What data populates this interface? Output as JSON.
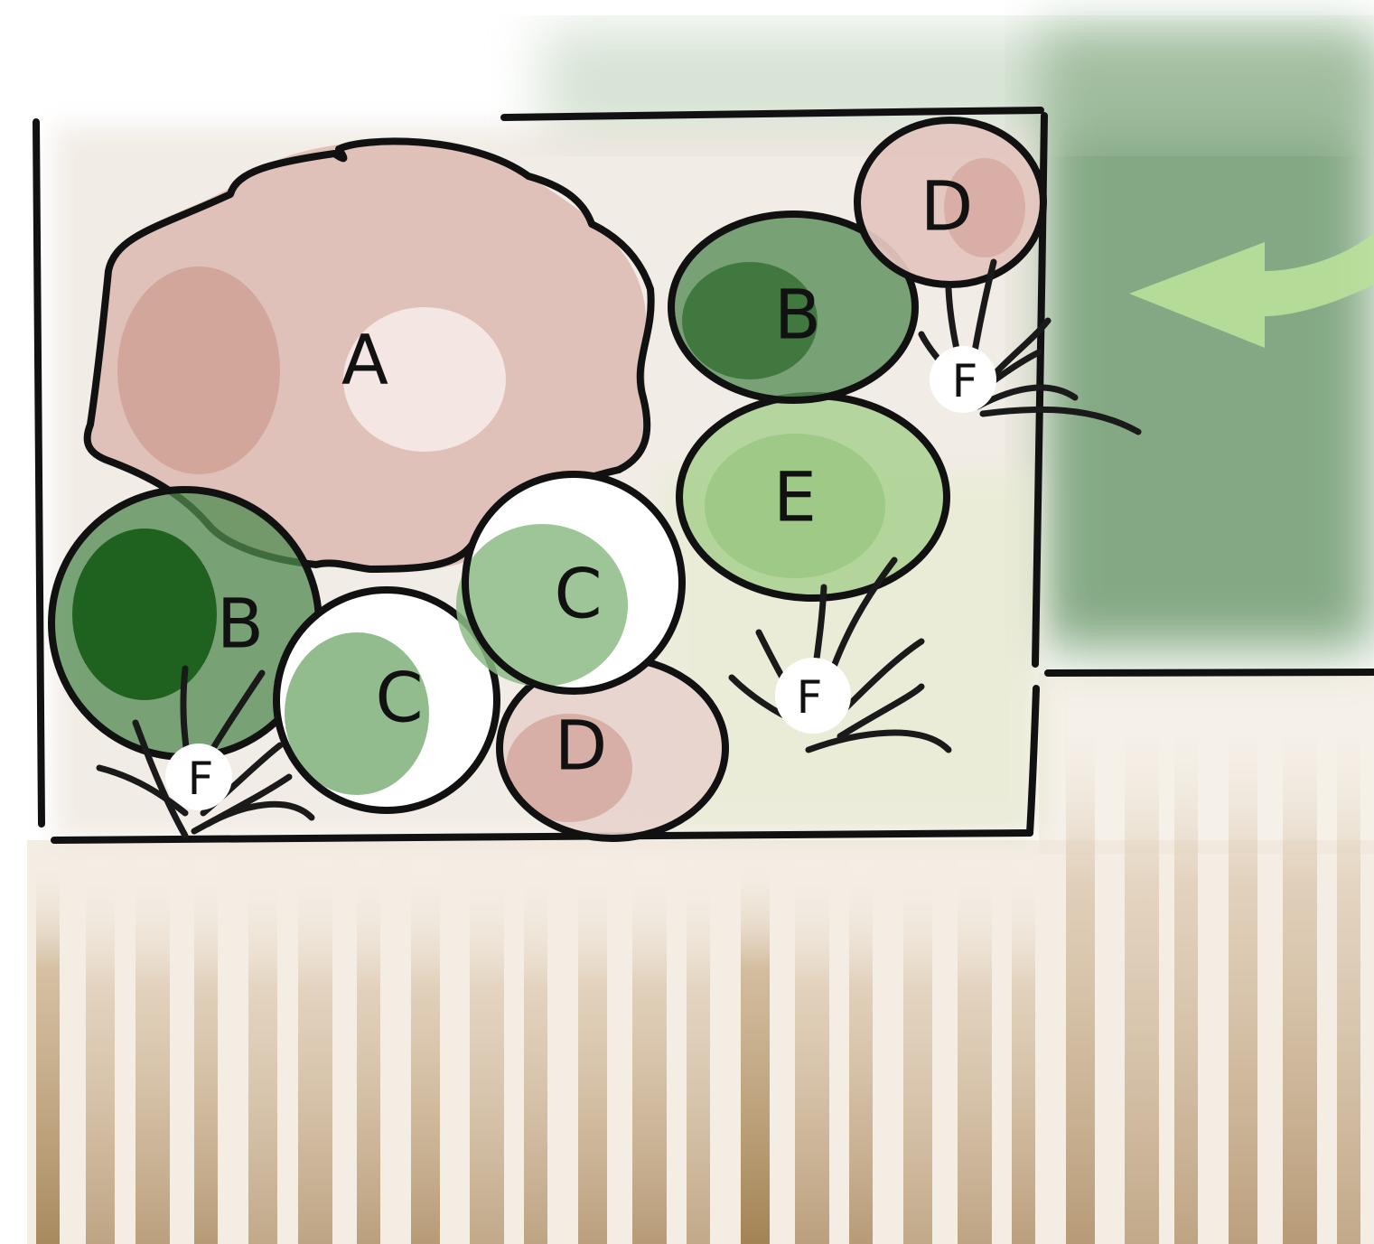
{
  "colors": {
    "lawn": "#6e9a6e",
    "deck_brown": "#a9885e",
    "perennial_pink": "#d9b3aa",
    "shrub_dark_green": "#2e6b2e",
    "shrub_mid_green": "#7fb07a",
    "shrub_light_green": "#a9d190",
    "arrow_green": "#b9e09a",
    "outline": "#111111"
  },
  "icons": {
    "arrow": "curved-arrow-icon",
    "grass_tuft": "grass-tuft-icon"
  },
  "plants": [
    {
      "id": "a",
      "label": "A",
      "color": "perennial_pink"
    },
    {
      "id": "b1",
      "label": "B",
      "color": "shrub_dark_green"
    },
    {
      "id": "b2",
      "label": "B",
      "color": "shrub_dark_green"
    },
    {
      "id": "c1",
      "label": "C",
      "color": "shrub_mid_green"
    },
    {
      "id": "c2",
      "label": "C",
      "color": "shrub_mid_green"
    },
    {
      "id": "d1",
      "label": "D",
      "color": "perennial_pink"
    },
    {
      "id": "d2",
      "label": "D",
      "color": "perennial_pink"
    },
    {
      "id": "e",
      "label": "E",
      "color": "shrub_light_green"
    },
    {
      "id": "f1",
      "label": "F",
      "color": "outline"
    },
    {
      "id": "f2",
      "label": "F",
      "color": "outline"
    },
    {
      "id": "f3",
      "label": "F",
      "color": "outline"
    }
  ]
}
